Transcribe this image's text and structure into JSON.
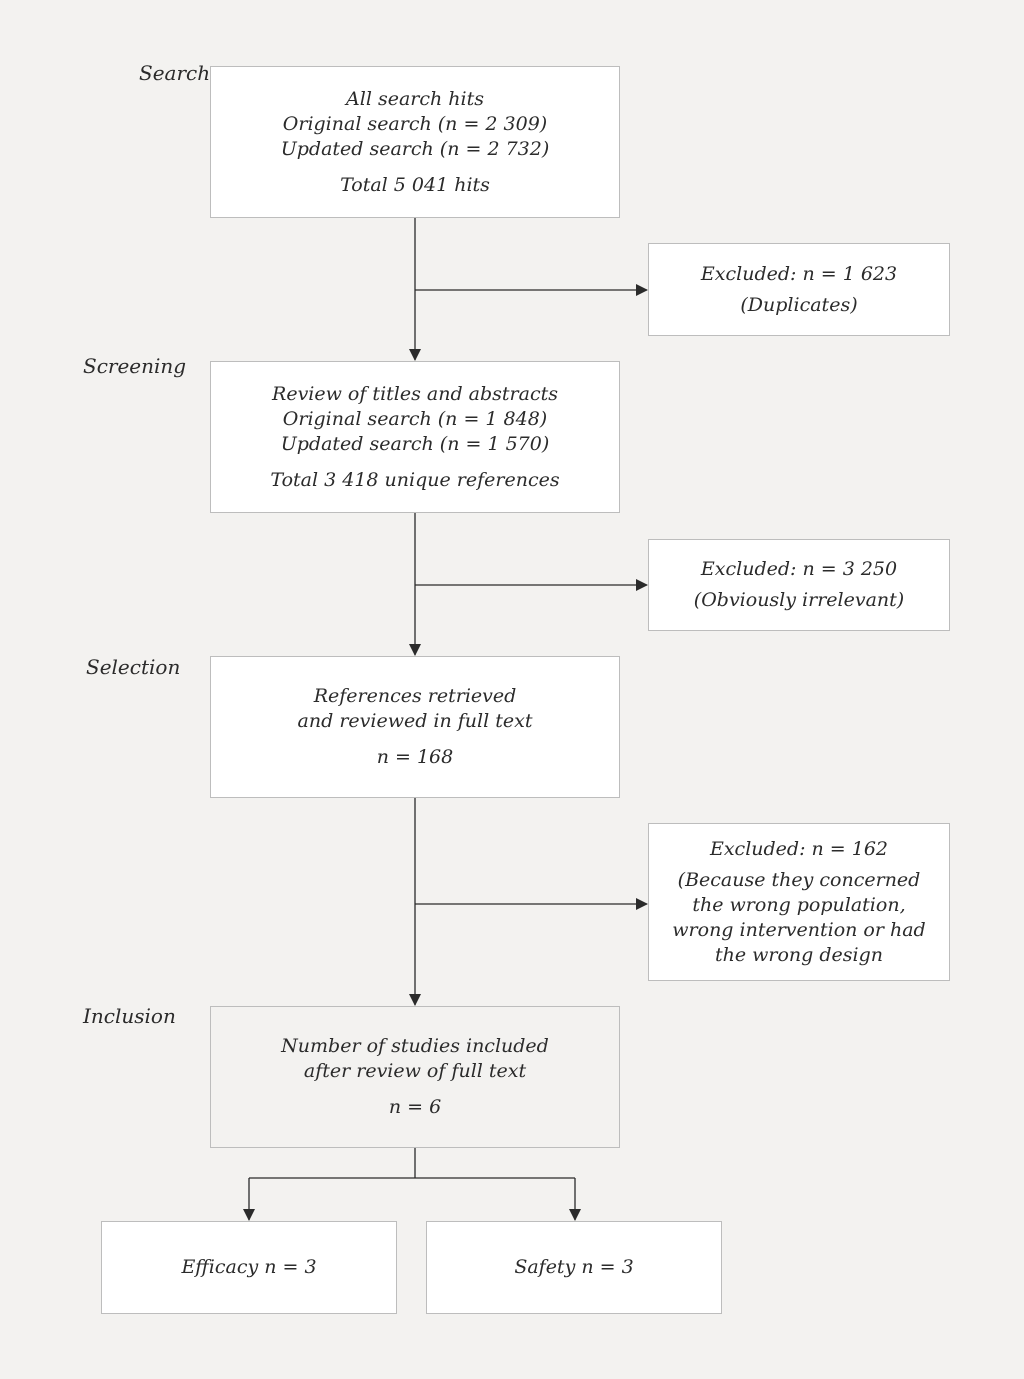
{
  "stages": {
    "search": "Search",
    "screening": "Screening",
    "selection": "Selection",
    "inclusion": "Inclusion"
  },
  "search_box": {
    "line1": "All search hits",
    "line2": "Original search (n = 2 309)",
    "line3": "Updated search (n = 2 732)",
    "total": "Total 5 041 hits"
  },
  "excluded_duplicates": {
    "line1": "Excluded: n = 1 623",
    "line2": "(Duplicates)"
  },
  "screening_box": {
    "line1": "Review of titles and abstracts",
    "line2": "Original search (n = 1 848)",
    "line3": "Updated search (n = 1 570)",
    "total": "Total 3 418 unique references"
  },
  "excluded_irrelevant": {
    "line1": "Excluded: n = 3 250",
    "line2": "(Obviously irrelevant)"
  },
  "selection_box": {
    "line1": "References retrieved",
    "line2": "and reviewed in full text",
    "total": "n = 168"
  },
  "excluded_fulltext": {
    "line1": "Excluded: n = 162",
    "line2": "(Because they concerned",
    "line3": "the wrong population,",
    "line4": "wrong intervention or had",
    "line5": "the wrong design"
  },
  "inclusion_box": {
    "line1": "Number of studies included",
    "line2": "after review of full text",
    "total": "n = 6"
  },
  "efficacy_box": {
    "label": "Efficacy n = 3"
  },
  "safety_box": {
    "label": "Safety n = 3"
  }
}
